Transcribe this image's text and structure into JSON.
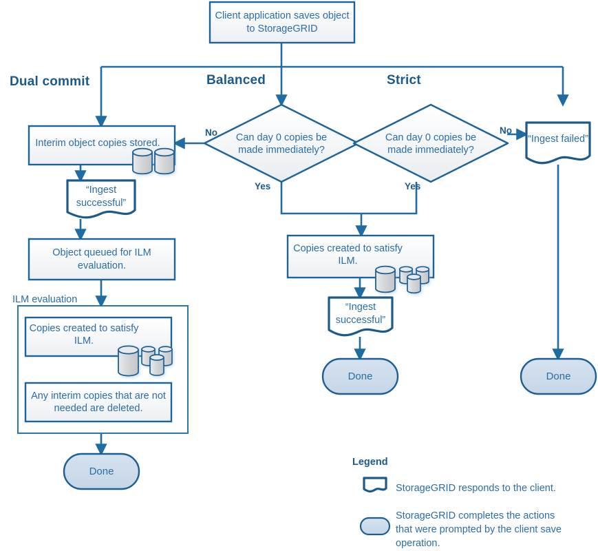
{
  "diagram": {
    "title_node": {
      "text": "Client application saves object to StorageGRID"
    },
    "branches": [
      {
        "name": "dual-commit",
        "label": "Dual commit"
      },
      {
        "name": "balanced",
        "label": "Balanced"
      },
      {
        "name": "strict",
        "label": "Strict"
      }
    ],
    "decisions": [
      {
        "name": "balanced-decision",
        "text": "Can  day 0 copies be made immediately?",
        "yes": "Yes",
        "no": "No"
      },
      {
        "name": "strict-decision",
        "text": "Can  day 0 copies be made immediately?",
        "yes": "Yes",
        "no": "No"
      }
    ],
    "nodes": {
      "interim_copies": "Interim object copies stored.",
      "ingest_successful_left": "“Ingest successful”",
      "object_queued": "Object queued for ILM evaluation.",
      "ilm_evaluation_group": "ILM evaluation",
      "copies_created_left": "Copies created to satisfy ILM.",
      "interim_deleted": "Any interim copies that are not needed are deleted.",
      "done_left": "Done",
      "copies_created_mid": "Copies created to satisfy ILM.",
      "ingest_successful_mid": "“Ingest successful”",
      "done_mid": "Done",
      "ingest_failed": "“Ingest failed”",
      "done_right": "Done"
    },
    "legend": {
      "title": "Legend",
      "items": [
        {
          "shape": "document",
          "text": "StorageGRID responds to the client."
        },
        {
          "shape": "rounded",
          "text": "StorageGRID completes the actions that were prompted by the client save operation."
        }
      ]
    },
    "colors": {
      "line": "#1f6ca3",
      "stroke_dark": "#1b5a8a",
      "text": "#2a6ea6",
      "heading": "#1b5a8a",
      "box_fill_top": "#ffffff",
      "box_fill_bottom": "#eef2f6",
      "done_fill": "#cedded",
      "cylinder_fill": "#d2d4d6",
      "cylinder_top": "#e4e6e8",
      "group_border": "#2f76ab",
      "background": "#ffffff"
    }
  }
}
